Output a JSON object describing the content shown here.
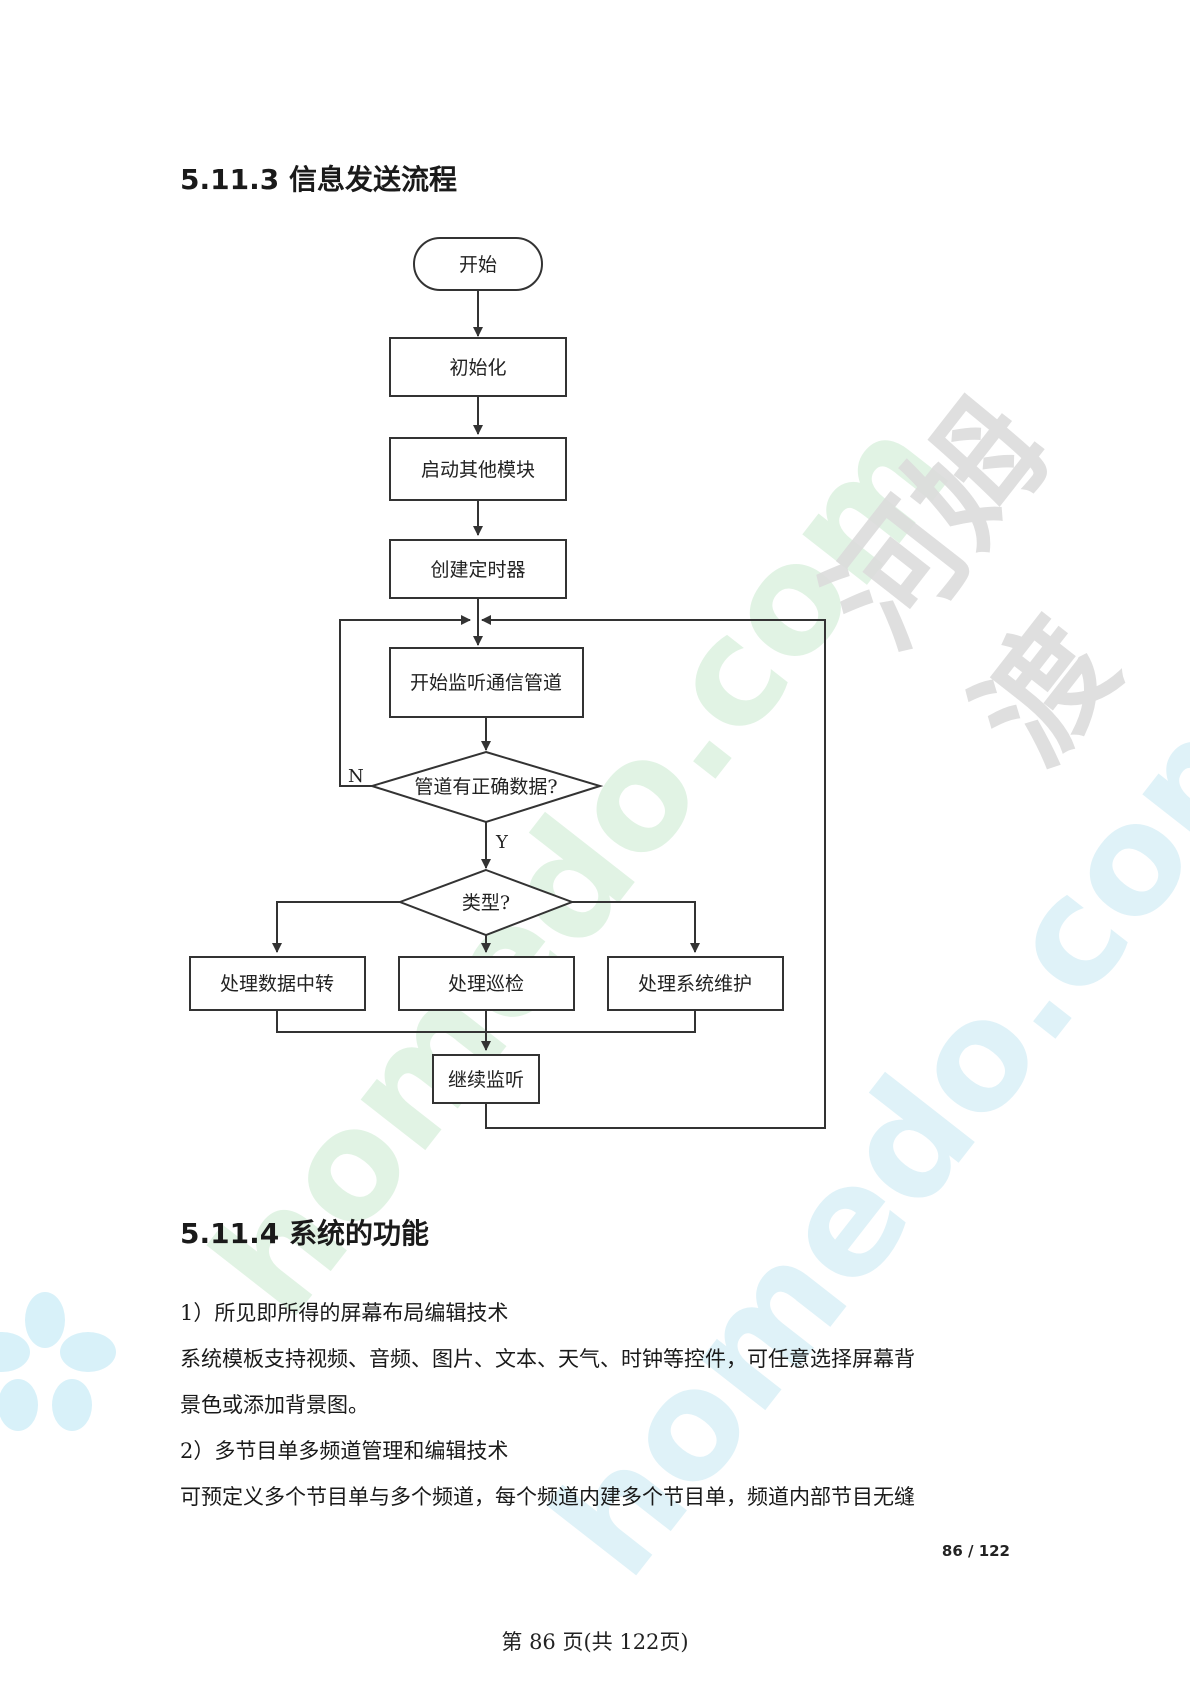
{
  "sections": {
    "s1_title": "5.11.3 信息发送流程",
    "s2_title": "5.11.4 系统的功能"
  },
  "flowchart": {
    "start": "开始",
    "init": "初始化",
    "start_modules": "启动其他模块",
    "create_timer": "创建定时器",
    "listen": "开始监听通信管道",
    "check_data": "管道有正确数据?",
    "label_n": "N",
    "label_y": "Y",
    "type": "类型?",
    "relay": "处理数据中转",
    "patrol": "处理巡检",
    "maintain": "处理系统维护",
    "continue": "继续监听"
  },
  "paragraphs": [
    "1）所见即所得的屏幕布局编辑技术",
    "系统模板支持视频、音频、图片、文本、天气、时钟等控件，可任意选择屏幕背",
    "景色或添加背景图。",
    "2）多节目单多频道管理和编辑技术",
    "可预定义多个节目单与多个频道，每个频道内建多个节目单，频道内部节目无缝"
  ],
  "page_number": "86 / 122",
  "footer": "第 86 页(共 122页)",
  "watermarks": [
    "homedo.com",
    "homedo.com",
    "河姆渡"
  ],
  "colors": {
    "watermark_green": "#d8f0dc",
    "watermark_blue": "#d5eef6",
    "watermark_gray": "#dcdcdc"
  }
}
